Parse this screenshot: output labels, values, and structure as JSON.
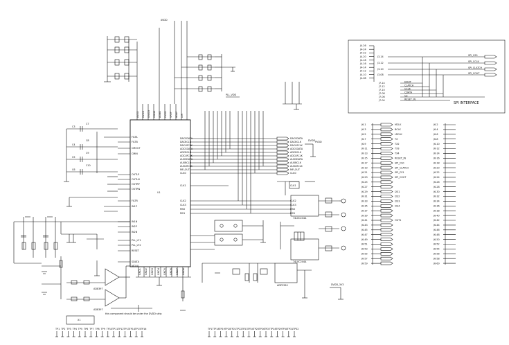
{
  "chip": {
    "label": "U1"
  },
  "spi_box": {
    "title": "SPI INTERFACE",
    "left_pins": [
      "J4-26",
      "J4-24",
      "J4-22",
      "J4-20",
      "J4-18",
      "J4-16",
      "J4-14",
      "J4-12",
      "J4-10",
      "J4-08"
    ],
    "upper_row": [
      "J3-14",
      "J3-12",
      "J3-10",
      "J3-08"
    ],
    "upper_nets": [
      "SPI_CS0",
      "SPI_CCLK",
      "SPI_CLATCH",
      "SPI_COUT"
    ],
    "lower_row": [
      "J7-14",
      "J7-12",
      "J7-10",
      "J7-08",
      "J7-06",
      "J7-04"
    ],
    "lower_nets": [
      "DOUT",
      "CLATCH",
      "CCLK",
      "CDATA",
      "CS",
      "RESET_IN"
    ]
  },
  "connector_a": {
    "pins": [
      "J6-1",
      "J6-3",
      "J6-5",
      "J6-7",
      "J6-9",
      "J6-11",
      "J6-13",
      "J6-15",
      "J6-17",
      "J6-19",
      "J6-21",
      "J6-23",
      "J6-25",
      "J6-27",
      "J6-29",
      "J6-31",
      "J6-33",
      "J6-35",
      "J6-37",
      "J6-39",
      "J6-41",
      "J6-43",
      "J6-45",
      "J6-47",
      "J6-49",
      "J6-51",
      "J6-53",
      "J6-55",
      "J6-57",
      "J6-59"
    ],
    "nets": [
      "MCLK",
      "BCLK",
      "LRCLK",
      "TX",
      "TX2",
      "TX3",
      "TX4",
      "RESET_IN",
      "SPI_CS0",
      "SPI_CLATCH",
      "SPI_CS1",
      "SPI_COUT",
      "",
      "",
      "I2S1",
      "I2S2",
      "I2S3",
      "I2S4",
      "",
      "",
      "OUT1"
    ]
  },
  "connector_b": {
    "pins": [
      "J6-2",
      "J6-4",
      "J6-6",
      "J6-8",
      "J6-10",
      "J6-12",
      "J6-14",
      "J6-16",
      "J6-18",
      "J6-20",
      "J6-22",
      "J6-24",
      "J6-26",
      "J6-28",
      "J6-30",
      "J6-32",
      "J6-34",
      "J6-36",
      "J6-38",
      "J6-40",
      "J6-42",
      "J6-44",
      "J6-46",
      "J6-48",
      "J6-50",
      "J6-52",
      "J6-54",
      "J6-56",
      "J6-58",
      "J6-60"
    ]
  },
  "left_caps": [
    "C3",
    "C4",
    "C5",
    "C6",
    "C7",
    "C8",
    "C9",
    "C10"
  ],
  "left_pins": [
    "FILTA",
    "FILTB",
    "CMOUT",
    "CMIN",
    "OUTLP",
    "OUTLN",
    "OUTRP",
    "OUTRN",
    "FILTR",
    "IN1P",
    "IN1N",
    "IN2P",
    "IN2N",
    "PLL_LF1",
    "PLL_LF2",
    "RESET",
    "SDATA",
    "MCLKI"
  ],
  "top_pins": [
    "AVDD",
    "DVDD",
    "IOVDD",
    "DGND",
    "AGND",
    "PVDD",
    "VREF",
    "BGAP",
    "DIR"
  ],
  "right_pins": [
    "DACSDATA",
    "DACBCLK",
    "DACLRCLK",
    "ADCSDATA",
    "ADCBCLK",
    "ADCLRCLK",
    "AUXSDATA",
    "AUXBCLK",
    "AUXLRCLK",
    "MP_OUT",
    "CLK0",
    "CLK1",
    "CLK2",
    "CLK3",
    "MS0",
    "MS1"
  ],
  "bottom_pins": [
    "GND1",
    "GND2",
    "GND3",
    "GND4",
    "GND5",
    "GND6",
    "GND7",
    "GND8"
  ],
  "ic_labels": [
    "74LVC244A",
    "74LVC244A",
    "AD8397",
    "AD8397",
    "ADP3330"
  ],
  "power_nets": [
    "PVDD",
    "DVDD",
    "AVDD",
    "PLL_VDD",
    "DVDD_3V3"
  ],
  "note": "this component should be under the DVDD strip",
  "bottom_labels": [
    "TP1",
    "TP2",
    "TP3",
    "TP4",
    "TP5",
    "TP6",
    "TP7",
    "TP8",
    "TP9",
    "TP10",
    "TP11",
    "TP12",
    "TP13",
    "TP14",
    "TP15",
    "TP16",
    "TP17",
    "TP18",
    "TP19",
    "TP20",
    "TP21",
    "TP22",
    "TP23",
    "TP24",
    "TP25",
    "TP26",
    "TP27",
    "TP28",
    "TP29",
    "TP30",
    "TP31",
    "TP32"
  ],
  "box_label": "X1"
}
